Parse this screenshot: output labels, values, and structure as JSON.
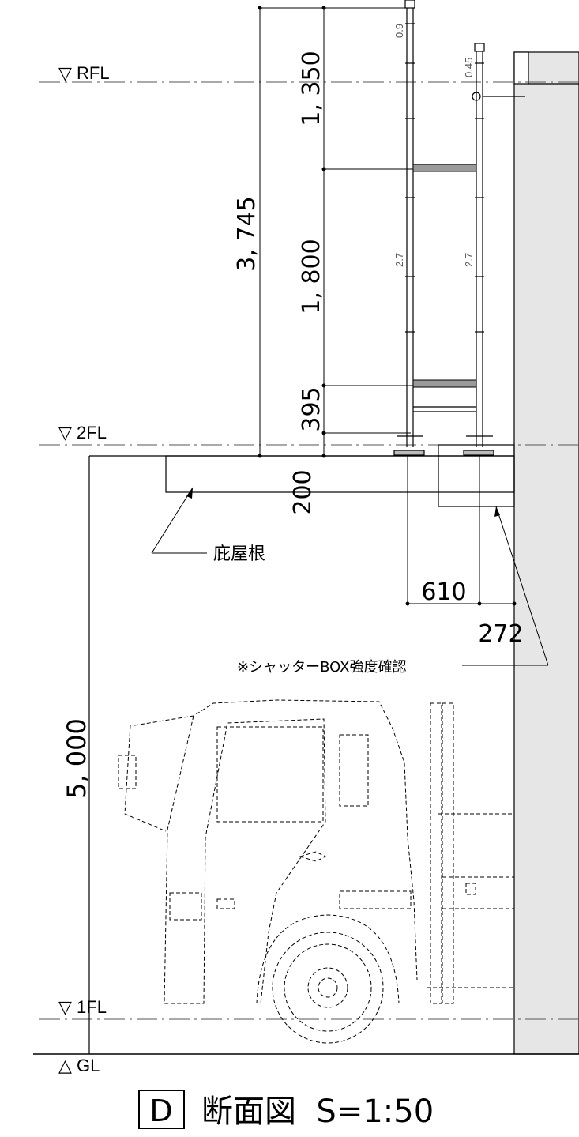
{
  "levels": {
    "rfl": "▽ RFL",
    "fl2": "▽ 2FL",
    "fl1": "▽ 1FL",
    "gl": "△ GL"
  },
  "dimensions": {
    "total_height": "3, 745",
    "rail_upper": "1, 350",
    "rail_middle": "1, 800",
    "rail_lower": "395",
    "eave_depth": "200",
    "width_scaffold": "610",
    "width_box": "272",
    "clear_height": "5, 000"
  },
  "small_labels": {
    "pipe_top": "0.9",
    "pipe_left": "2.7",
    "pipe_right": "2.7",
    "anchor": "0.45"
  },
  "notes": {
    "eave": "庇屋根",
    "shutter_box": "※シャッターBOX強度確認"
  },
  "title": {
    "badge": "D",
    "text": "断面図  S=1:50"
  },
  "colors": {
    "line": "#000000",
    "wall_fill": "#e6e6e6",
    "beam_fill": "#9a9a9a"
  }
}
